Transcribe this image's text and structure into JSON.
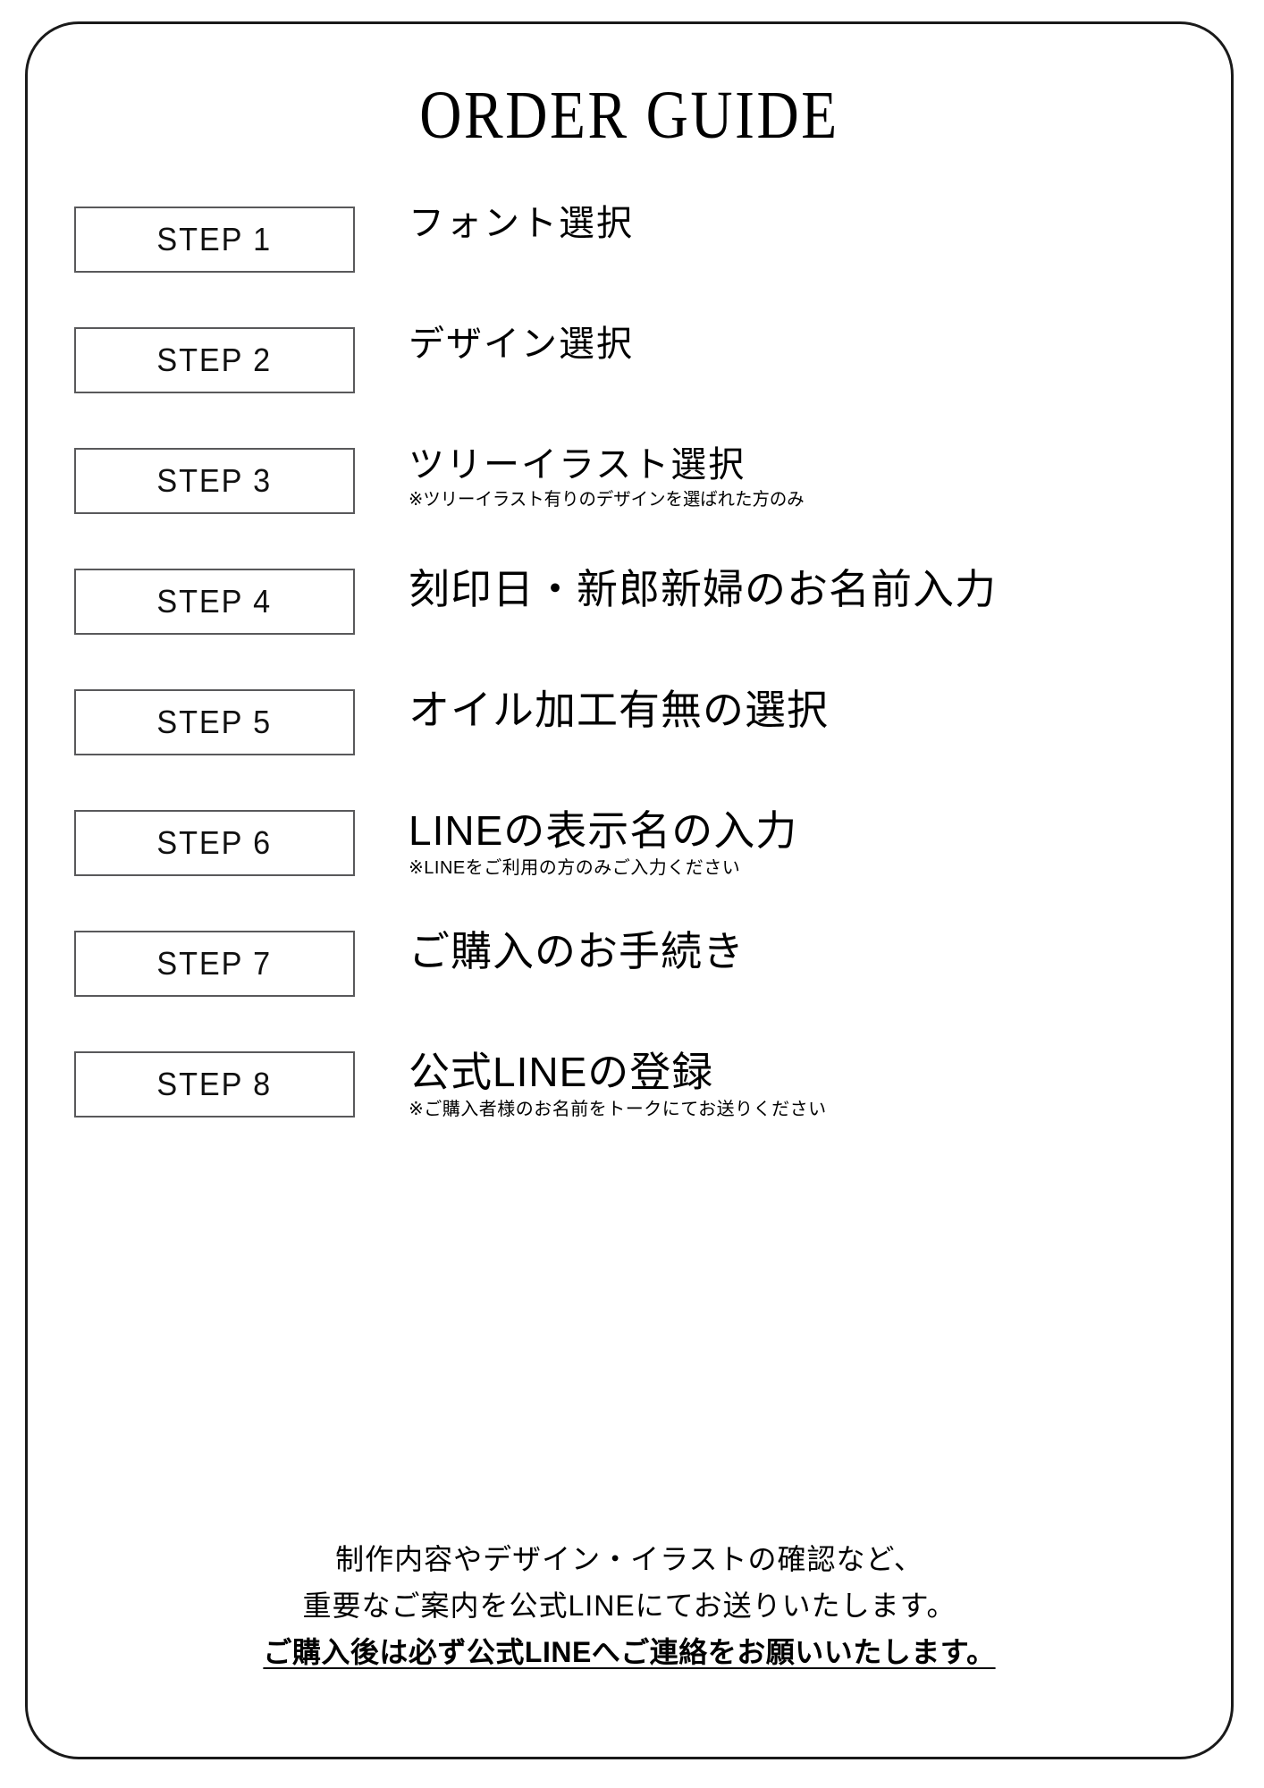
{
  "title": "ORDER GUIDE",
  "colors": {
    "card_border": "#1a1a1a",
    "box_border": "#59595b",
    "text": "#000000",
    "background": "#ffffff"
  },
  "steps": [
    {
      "badge": "STEP 1",
      "label": "フォント選択",
      "note": ""
    },
    {
      "badge": "STEP 2",
      "label": "デザイン選択",
      "note": ""
    },
    {
      "badge": "STEP 3",
      "label": "ツリーイラスト選択",
      "note": "※ツリーイラスト有りのデザインを選ばれた方のみ"
    },
    {
      "badge": "STEP 4",
      "label": "刻印日・新郎新婦のお名前入力",
      "note": ""
    },
    {
      "badge": "STEP 5",
      "label": "オイル加工有無の選択",
      "note": ""
    },
    {
      "badge": "STEP 6",
      "label": "LINEの表示名の入力",
      "note": "※LINEをご利用の方のみご入力ください"
    },
    {
      "badge": "STEP 7",
      "label": "ご購入のお手続き",
      "note": ""
    },
    {
      "badge": "STEP 8",
      "label": "公式LINEの登録",
      "note": "※ご購入者様のお名前をトークにてお送りください"
    }
  ],
  "footer": {
    "line1": "制作内容やデザイン・イラストの確認など、",
    "line2": "重要なご案内を公式LINEにてお送りいたします。",
    "line3": "ご購入後は必ず公式LINEへご連絡をお願いいたします。"
  }
}
